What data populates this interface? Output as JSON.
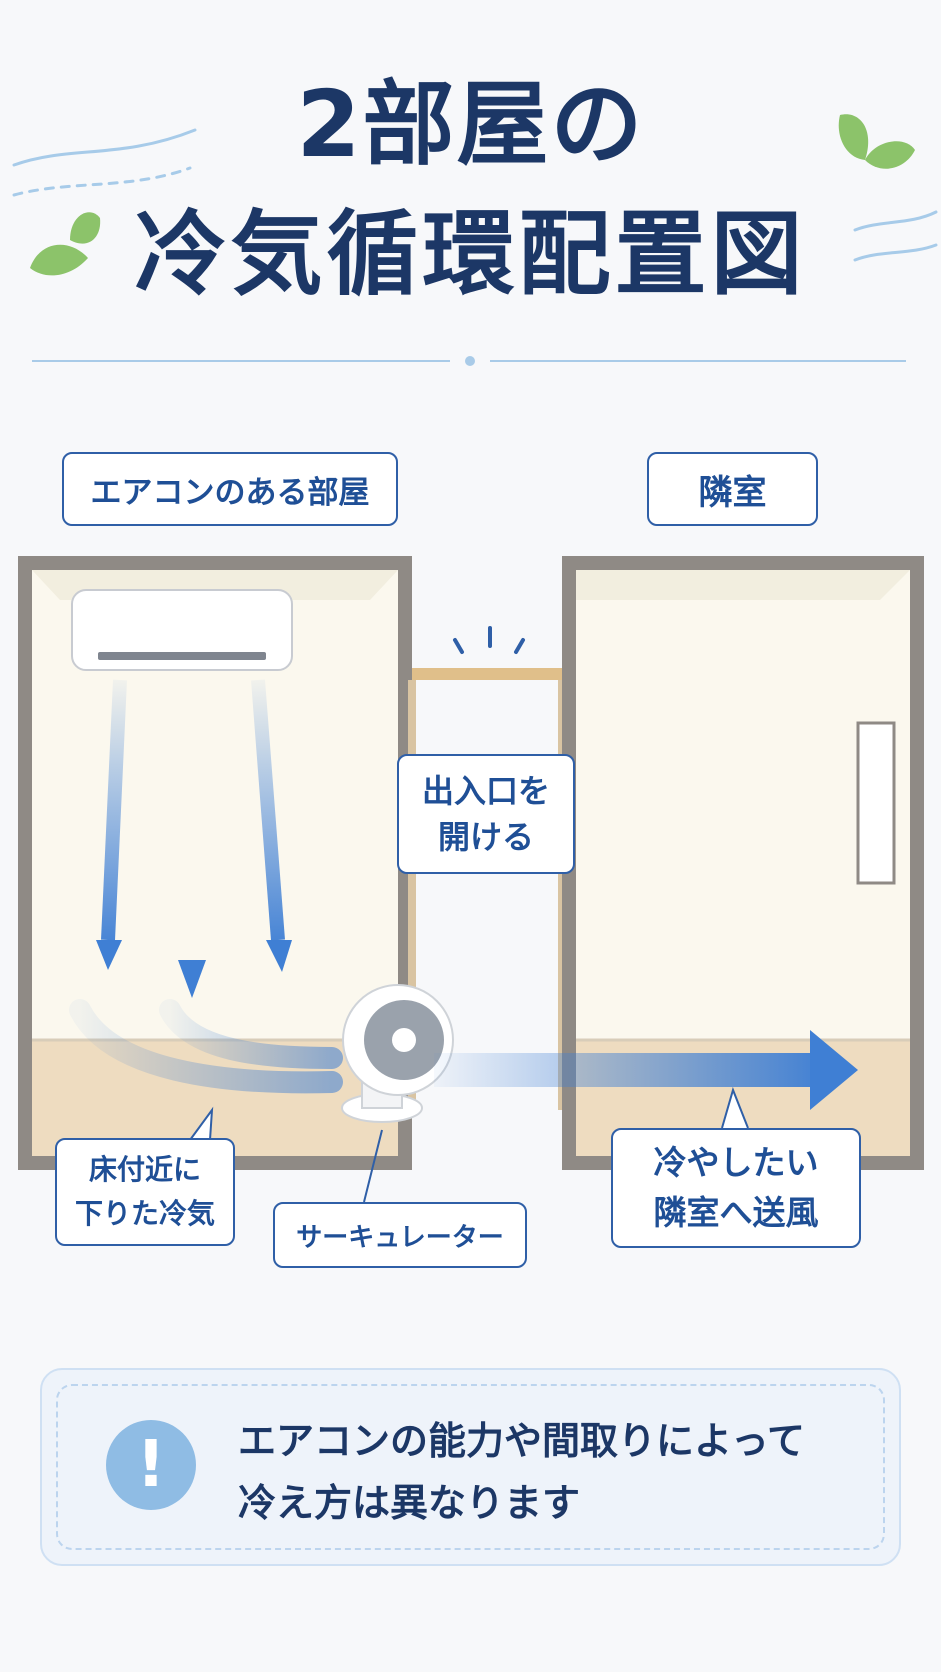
{
  "title": {
    "line1": "2部屋の",
    "line2": "冷気循環配置図"
  },
  "labels": {
    "ac_room": "エアコンのある部屋",
    "next_room": "隣室",
    "door_line1": "出入口を",
    "door_line2": "開ける",
    "floor_line1": "床付近に",
    "floor_line2": "下りた冷気",
    "circulator": "サーキュレーター",
    "send_line1": "冷やしたい",
    "send_line2": "隣室へ送風"
  },
  "note": {
    "icon": "exclamation-icon",
    "line1": "エアコンの能力や間取りによって",
    "line2": "冷え方は異なります"
  },
  "colors": {
    "title": "#1c3766",
    "accent": "#2f5fa7",
    "arrow": "#3f7fd4",
    "wall": "#8f8a85",
    "floor": "#eedcc0",
    "room": "#fbf8ee"
  }
}
